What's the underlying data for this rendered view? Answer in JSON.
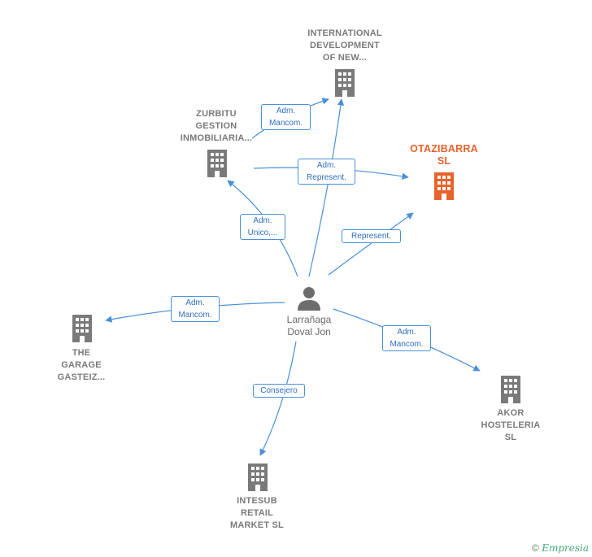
{
  "nodes": {
    "international": {
      "label": [
        "INTERNATIONAL",
        "DEVELOPMENT",
        "OF NEW..."
      ]
    },
    "zurbitu": {
      "label": [
        "ZURBITU",
        "GESTION",
        "INMOBILIARIA..."
      ]
    },
    "otazibarra": {
      "label": [
        "OTAZIBARRA",
        "SL"
      ]
    },
    "person": {
      "label": [
        "Larrañaga",
        "Doval Jon"
      ]
    },
    "garage": {
      "label": [
        "THE",
        "GARAGE",
        "GASTEIZ..."
      ]
    },
    "akor": {
      "label": [
        "AKOR",
        "HOSTELERIA",
        "SL"
      ]
    },
    "intesub": {
      "label": [
        "INTESUB",
        "RETAIL",
        "MARKET  SL"
      ]
    }
  },
  "edges": {
    "e1": [
      "Adm.",
      "Mancom."
    ],
    "e2": [
      "Adm.",
      "Represent."
    ],
    "e3": [
      "Adm.",
      "Unico,..."
    ],
    "e4": [
      "Represent."
    ],
    "e5": [
      "Adm.",
      "Mancom."
    ],
    "e6": [
      "Adm.",
      "Mancom."
    ],
    "e7": [
      "Consejero"
    ]
  },
  "colors": {
    "edge": "#4a90d9",
    "building": "#7a7a7a",
    "main": "#e8632b"
  },
  "footer": {
    "copyright": "©",
    "brand": "Empresia"
  }
}
